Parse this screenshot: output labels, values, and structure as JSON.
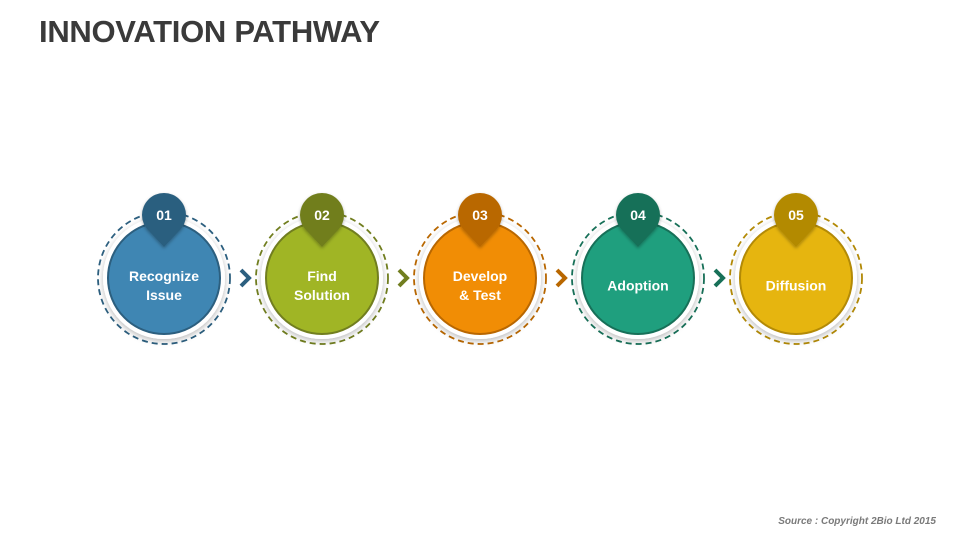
{
  "title": "INNOVATION PATHWAY",
  "steps": [
    {
      "number": "01",
      "label": "Recognize\nIssue",
      "color": "#3f86b3",
      "dark": "#2c5f7f"
    },
    {
      "number": "02",
      "label": "Find\nSolution",
      "color": "#a0b525",
      "dark": "#717e1f"
    },
    {
      "number": "03",
      "label": "Develop\n& Test",
      "color": "#f18d05",
      "dark": "#b96700"
    },
    {
      "number": "04",
      "label": "Adoption",
      "color": "#1f9f7e",
      "dark": "#177058"
    },
    {
      "number": "05",
      "label": "Diffusion",
      "color": "#e6b50f",
      "dark": "#b38a06"
    }
  ],
  "source": "Source : Copyright 2Bio Ltd 2015"
}
